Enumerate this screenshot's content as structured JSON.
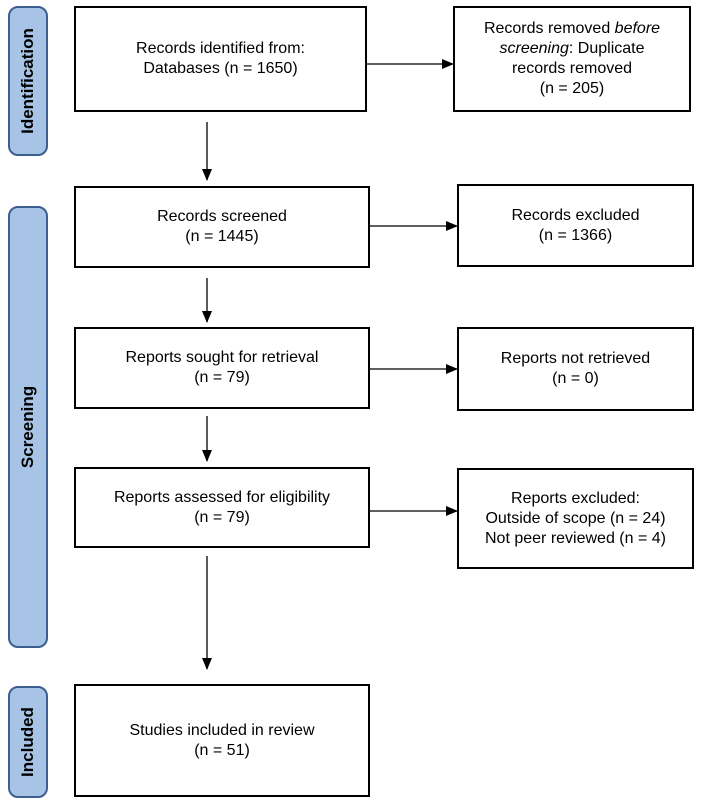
{
  "phases": {
    "identification": "Identification",
    "screening": "Screening",
    "included": "Included"
  },
  "boxes": {
    "identified": {
      "line1": "Records identified from:",
      "line2": "Databases (n = 1650)"
    },
    "removed": {
      "line1": "Records removed",
      "line1_em": "before",
      "line2_em": "screening",
      "line2": ": Duplicate",
      "line3": "records removed",
      "line4": "(n = 205)"
    },
    "screened": {
      "line1": "Records screened",
      "line2": "(n = 1445)"
    },
    "excluded": {
      "line1": "Records excluded",
      "line2": "(n = 1366)"
    },
    "sought": {
      "line1": "Reports sought for retrieval",
      "line2": "(n = 79)"
    },
    "not_retrieved": {
      "line1": "Reports not retrieved",
      "line2": "(n = 0)"
    },
    "assessed": {
      "line1": "Reports assessed for eligibility",
      "line2": "(n = 79)"
    },
    "reports_excluded": {
      "line1": "Reports excluded:",
      "line2": "Outside of scope (n = 24)",
      "line3": "Not peer reviewed (n = 4)"
    },
    "included": {
      "line1": "Studies included in review",
      "line2": "(n = 51)"
    }
  }
}
